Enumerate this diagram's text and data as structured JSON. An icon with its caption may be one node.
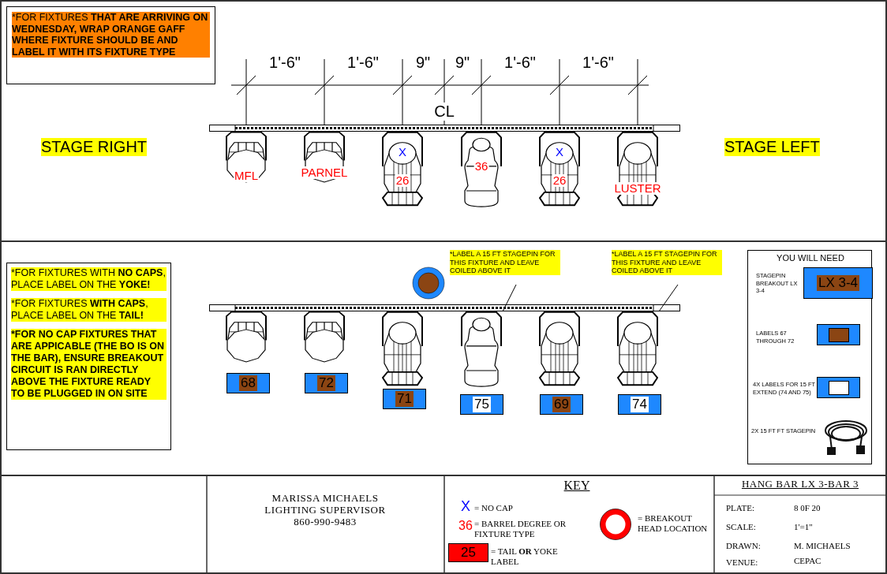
{
  "diagram": {
    "nodes": [
      {
        "text": [
          "*FOR FIXTURES **THAT ARE ARRIVING ON WEDNESDAY, WRAP ORANGE GAFF WHERE FIXTURE SHOULD BE AND LABEL IT WITH ITS FIXTURE TYPE**"
        ]
      },
      {
        "text": [
          "MFL"
        ]
      },
      {
        "text": [
          "PARNEL"
        ]
      },
      {
        "text": [
          "X",
          "26"
        ]
      },
      {
        "text": [
          "36"
        ]
      },
      {
        "text": [
          "X",
          "26"
        ]
      },
      {
        "text": [
          "LUSTER"
        ]
      },
      {
        "text": [
          "*FOR FIXTURES WITH **NO CAPS**, PLACE LABEL ON THE **YOKE!**",
          "*FOR FIXTURES **WITH CAPS**, PLACE LABEL ON THE **TAIL!**",
          "*FOR NO CAP FIXTURES THAT ARE APPICABLE (THE BO IS ON THE BAR), ENSURE BREAKOUT CIRCUIT IS RAN DIRECTLY ABOVE THE FIXTURE READY TO BE PLUGGED IN ON SITE"
        ]
      },
      {
        "text": [
          "*LABEL A 15 FT STAGEPIN FOR THIS FIXTURE AND LEAVE COILED ABOVE IT"
        ]
      },
      {
        "text": [
          "*LABEL A 15 FT STAGEPIN FOR THIS FIXTURE AND LEAVE COILED ABOVE IT"
        ]
      },
      {
        "text": [],
        "shape": "picture"
      },
      {
        "text": [],
        "shape": "picture"
      },
      {
        "text": [],
        "shape": "picture"
      },
      {
        "text": [],
        "shape": "picture"
      },
      {
        "text": [],
        "shape": "picture"
      },
      {
        "text": [],
        "shape": "picture"
      },
      {
        "text": [
          "68"
        ]
      },
      {
        "text": [
          "72"
        ]
      },
      {
        "text": [
          "71"
        ]
      },
      {
        "text": [
          "75"
        ]
      },
      {
        "text": [
          "69"
        ]
      },
      {
        "text": [
          "74"
        ]
      },
      {
        "text": [
          "YOU WILL NEED",
          "STAGEPIN BREAKOUT LX 3-4",
          "LABELS 67 THROUGH 72",
          "4X LABELS FOR 15 FT EXTEND (74 AND 75)",
          "2X 15 FT FT STAGEPIN"
        ]
      },
      {
        "text": [
          "LX 3-4"
        ],
        "in": 22
      },
      {
        "text": [],
        "shape": "bar"
      },
      {
        "text": [],
        "shape": "bar"
      }
    ],
    "edges": [
      {
        "from": 8,
        "to": 13,
        "arrow": "none"
      },
      {
        "from": 9,
        "to": 15,
        "arrow": "none"
      }
    ],
    "labels": [
      "1'-6\"",
      "1'-6\"",
      "9\"",
      "9\"",
      "1'-6\"",
      "1'-6\"",
      "CL",
      "STAGE RIGHT",
      "STAGE LEFT",
      "MARISSA MICHAELS",
      "LIGHTING SUPERVISOR",
      "860-990-9483",
      "KEY",
      "X",
      "= NO CAP",
      "36",
      "= BARREL DEGREE OR FIXTURE TYPE",
      "25",
      "= TAIL **OR** YOKE LABEL",
      "= BREAKOUT HEAD LOCATION",
      "HANG BAR LX 3-BAR 3",
      "PLATE:",
      "8 0F 20",
      "SCALE:",
      "1'=1\"",
      "DRAWN:",
      "M. MICHAELS",
      "VENUE:",
      "CEPAC"
    ]
  }
}
